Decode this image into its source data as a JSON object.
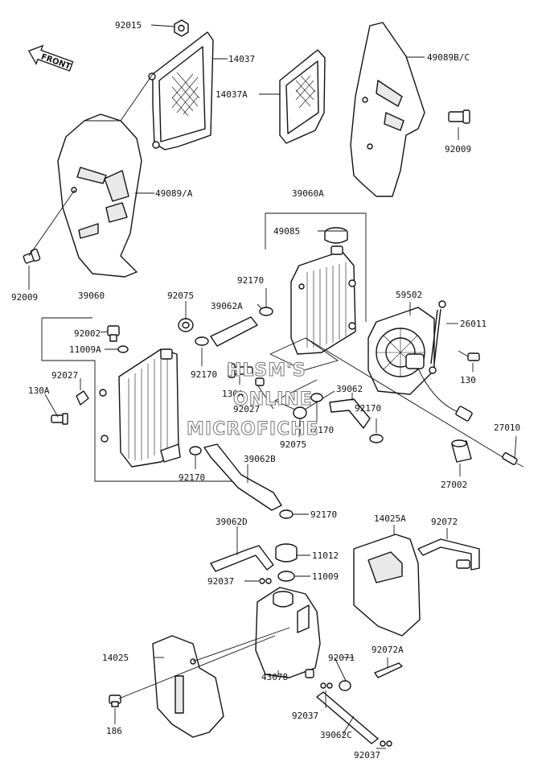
{
  "diagram": {
    "front_label": "FRONT",
    "watermark": [
      "HLSM'S",
      "ONLINE",
      "MICROFICHE"
    ],
    "parts": [
      {
        "id": "p92015",
        "label": "92015"
      },
      {
        "id": "p14037",
        "label": "14037"
      },
      {
        "id": "p14037A",
        "label": "14037A"
      },
      {
        "id": "p49089BC",
        "label": "49089B/C"
      },
      {
        "id": "p92009a",
        "label": "92009"
      },
      {
        "id": "p49089A",
        "label": "49089/A"
      },
      {
        "id": "p92009b",
        "label": "92009"
      },
      {
        "id": "p39060A",
        "label": "39060A"
      },
      {
        "id": "p49085",
        "label": "49085"
      },
      {
        "id": "p92170a",
        "label": "92170"
      },
      {
        "id": "p39062A",
        "label": "39062A"
      },
      {
        "id": "p59502",
        "label": "59502"
      },
      {
        "id": "p26011",
        "label": "26011"
      },
      {
        "id": "p39060",
        "label": "39060"
      },
      {
        "id": "p92075a",
        "label": "92075"
      },
      {
        "id": "p92002",
        "label": "92002"
      },
      {
        "id": "p11009A",
        "label": "11009A"
      },
      {
        "id": "p92027a",
        "label": "92027"
      },
      {
        "id": "p130Aa",
        "label": "130A"
      },
      {
        "id": "p92170b",
        "label": "92170"
      },
      {
        "id": "p130Ab",
        "label": "130A"
      },
      {
        "id": "p92027b",
        "label": "92027"
      },
      {
        "id": "p130",
        "label": "130"
      },
      {
        "id": "p39062",
        "label": "39062"
      },
      {
        "id": "p92170c",
        "label": "92170"
      },
      {
        "id": "p92075b",
        "label": "92075"
      },
      {
        "id": "p92170d",
        "label": "92170"
      },
      {
        "id": "p27010",
        "label": "27010"
      },
      {
        "id": "p92170e",
        "label": "92170"
      },
      {
        "id": "p39062B",
        "label": "39062B"
      },
      {
        "id": "p27002",
        "label": "27002"
      },
      {
        "id": "p92170f",
        "label": "92170"
      },
      {
        "id": "p39062D",
        "label": "39062D"
      },
      {
        "id": "p14025A",
        "label": "14025A"
      },
      {
        "id": "p92072",
        "label": "92072"
      },
      {
        "id": "p11012",
        "label": "11012"
      },
      {
        "id": "p92037a",
        "label": "92037"
      },
      {
        "id": "p11009",
        "label": "11009"
      },
      {
        "id": "p14025",
        "label": "14025"
      },
      {
        "id": "p92071",
        "label": "92071"
      },
      {
        "id": "p92072A",
        "label": "92072A"
      },
      {
        "id": "p43078",
        "label": "43078"
      },
      {
        "id": "p186",
        "label": "186"
      },
      {
        "id": "p92037b",
        "label": "92037"
      },
      {
        "id": "p39062C",
        "label": "39062C"
      },
      {
        "id": "p92037c",
        "label": "92037"
      }
    ]
  }
}
